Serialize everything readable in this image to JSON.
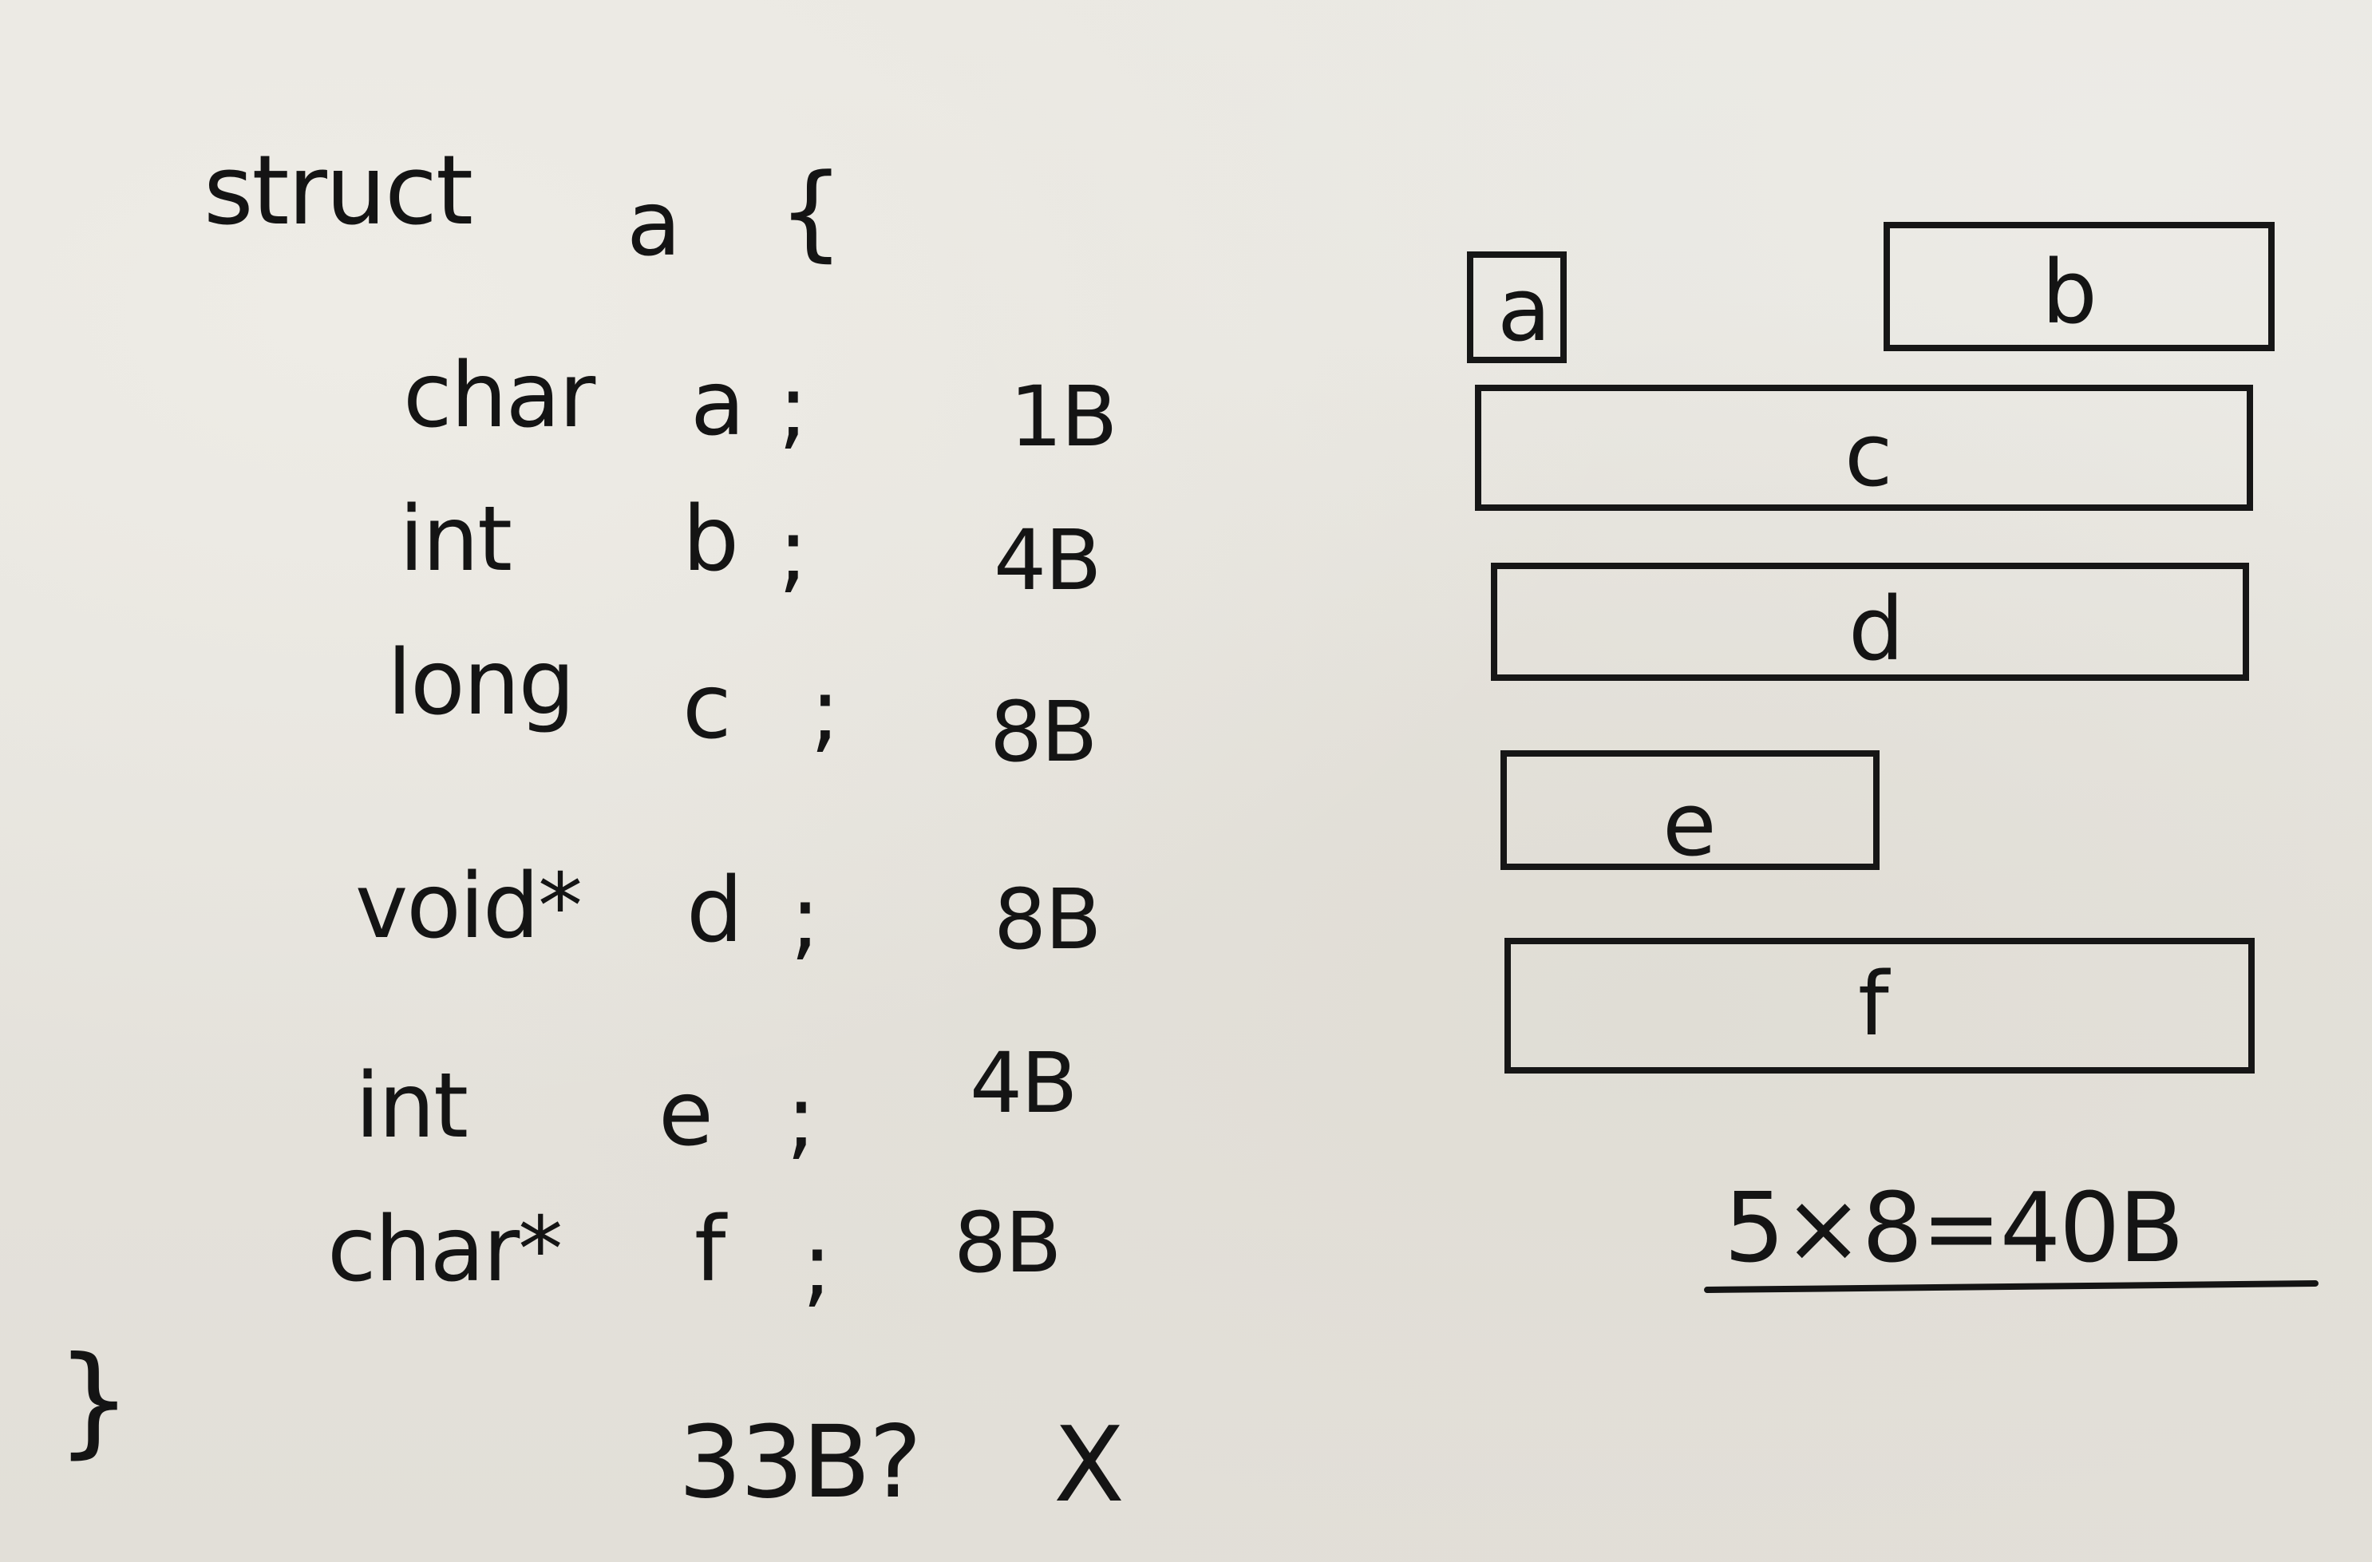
{
  "struct": {
    "header_keyword": "struct",
    "header_name": "a",
    "open_brace": "{",
    "close_brace": "}",
    "fields": [
      {
        "type": "char",
        "name": "a",
        "sep": ";",
        "size": "1B"
      },
      {
        "type": "int",
        "name": "b",
        "sep": ";",
        "size": "4B"
      },
      {
        "type": "long",
        "name": "c",
        "sep": ";",
        "size": "8B"
      },
      {
        "type": "void*",
        "name": "d",
        "sep": ";",
        "size": "8B"
      },
      {
        "type": "int",
        "name": "e",
        "sep": ";",
        "size": "4B"
      },
      {
        "type": "char*",
        "name": "f",
        "sep": ";",
        "size": "8B"
      }
    ],
    "naive_total": "33B?",
    "naive_mark": "X"
  },
  "layout_diagram": {
    "boxes": [
      {
        "label": "a"
      },
      {
        "label": "b"
      },
      {
        "label": "c"
      },
      {
        "label": "d"
      },
      {
        "label": "e"
      },
      {
        "label": "f"
      }
    ],
    "result": "5×8=40B"
  }
}
